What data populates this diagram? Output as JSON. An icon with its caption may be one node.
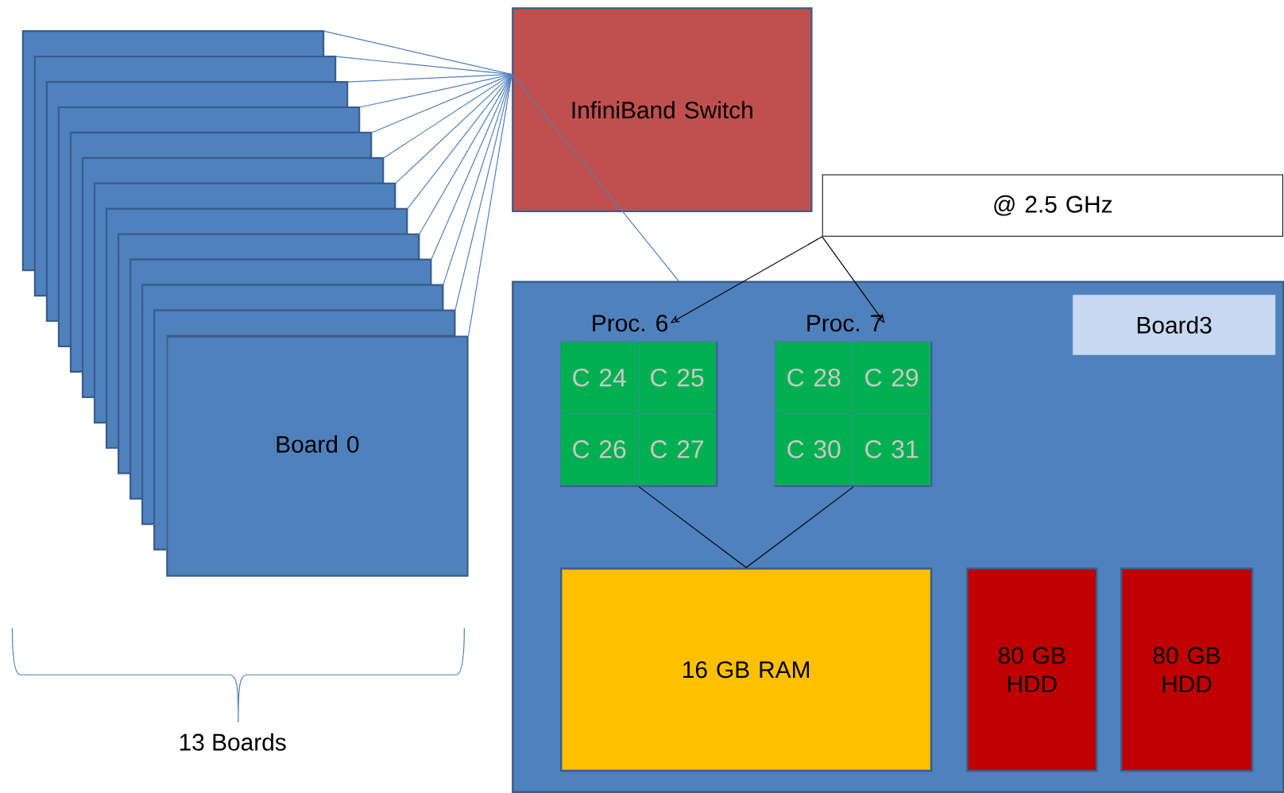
{
  "diagram": {
    "nodes": [
      {
        "text": [],
        "shape": "box"
      },
      {
        "text": [],
        "shape": "box"
      },
      {
        "text": [],
        "shape": "box"
      },
      {
        "text": [],
        "shape": "box"
      },
      {
        "text": [],
        "shape": "box"
      },
      {
        "text": [],
        "shape": "box"
      },
      {
        "text": [],
        "shape": "box"
      },
      {
        "text": [],
        "shape": "box"
      },
      {
        "text": [],
        "shape": "box"
      },
      {
        "text": [],
        "shape": "box"
      },
      {
        "text": [],
        "shape": "box"
      },
      {
        "text": [],
        "shape": "box"
      },
      {
        "text": [
          "Board 0"
        ]
      },
      {
        "text": [
          "InfiniBand Switch"
        ]
      },
      {
        "text": [
          "@ 2.5 GHz"
        ]
      },
      {
        "text": [],
        "shape": "box"
      },
      {
        "text": [
          "Board3"
        ],
        "in": 15
      },
      {
        "text": [
          "Proc. 6"
        ],
        "in": 15
      },
      {
        "text": [
          "C 24"
        ],
        "in": 17
      },
      {
        "text": [
          "C 25"
        ],
        "in": 17
      },
      {
        "text": [
          "C 26"
        ],
        "in": 17
      },
      {
        "text": [
          "C 27"
        ],
        "in": 17
      },
      {
        "text": [
          "Proc. 7"
        ],
        "in": 15
      },
      {
        "text": [
          "C 28"
        ],
        "in": 22
      },
      {
        "text": [
          "C 29"
        ],
        "in": 22
      },
      {
        "text": [
          "C 30"
        ],
        "in": 22
      },
      {
        "text": [
          "C 31"
        ],
        "in": 22
      },
      {
        "text": [
          "16 GB RAM"
        ],
        "in": 15
      },
      {
        "text": [
          "80 GB HDD"
        ],
        "in": 15
      },
      {
        "text": [
          "80 GB HDD"
        ],
        "in": 15
      }
    ],
    "edges": [
      {
        "from": 13,
        "to": 0,
        "arrow": "none"
      },
      {
        "from": 13,
        "to": 1,
        "arrow": "none"
      },
      {
        "from": 13,
        "to": 2,
        "arrow": "none"
      },
      {
        "from": 13,
        "to": 3,
        "arrow": "none"
      },
      {
        "from": 13,
        "to": 4,
        "arrow": "none"
      },
      {
        "from": 13,
        "to": 5,
        "arrow": "none"
      },
      {
        "from": 13,
        "to": 6,
        "arrow": "none"
      },
      {
        "from": 13,
        "to": 7,
        "arrow": "none"
      },
      {
        "from": 13,
        "to": 8,
        "arrow": "none"
      },
      {
        "from": 13,
        "to": 9,
        "arrow": "none"
      },
      {
        "from": 13,
        "to": 10,
        "arrow": "none"
      },
      {
        "from": 13,
        "to": 11,
        "arrow": "none"
      },
      {
        "from": 13,
        "to": 12,
        "arrow": "none"
      },
      {
        "from": 13,
        "to": 15,
        "arrow": "none"
      },
      {
        "from": 14,
        "to": 17,
        "arrow": "to",
        "color": "#000000"
      },
      {
        "from": 14,
        "to": 22,
        "arrow": "to",
        "color": "#000000"
      },
      {
        "from": 17,
        "to": 27,
        "arrow": "none",
        "color": "#000000"
      },
      {
        "from": 22,
        "to": 27,
        "arrow": "none",
        "color": "#000000"
      }
    ],
    "labels": [
      "13 Boards"
    ]
  }
}
